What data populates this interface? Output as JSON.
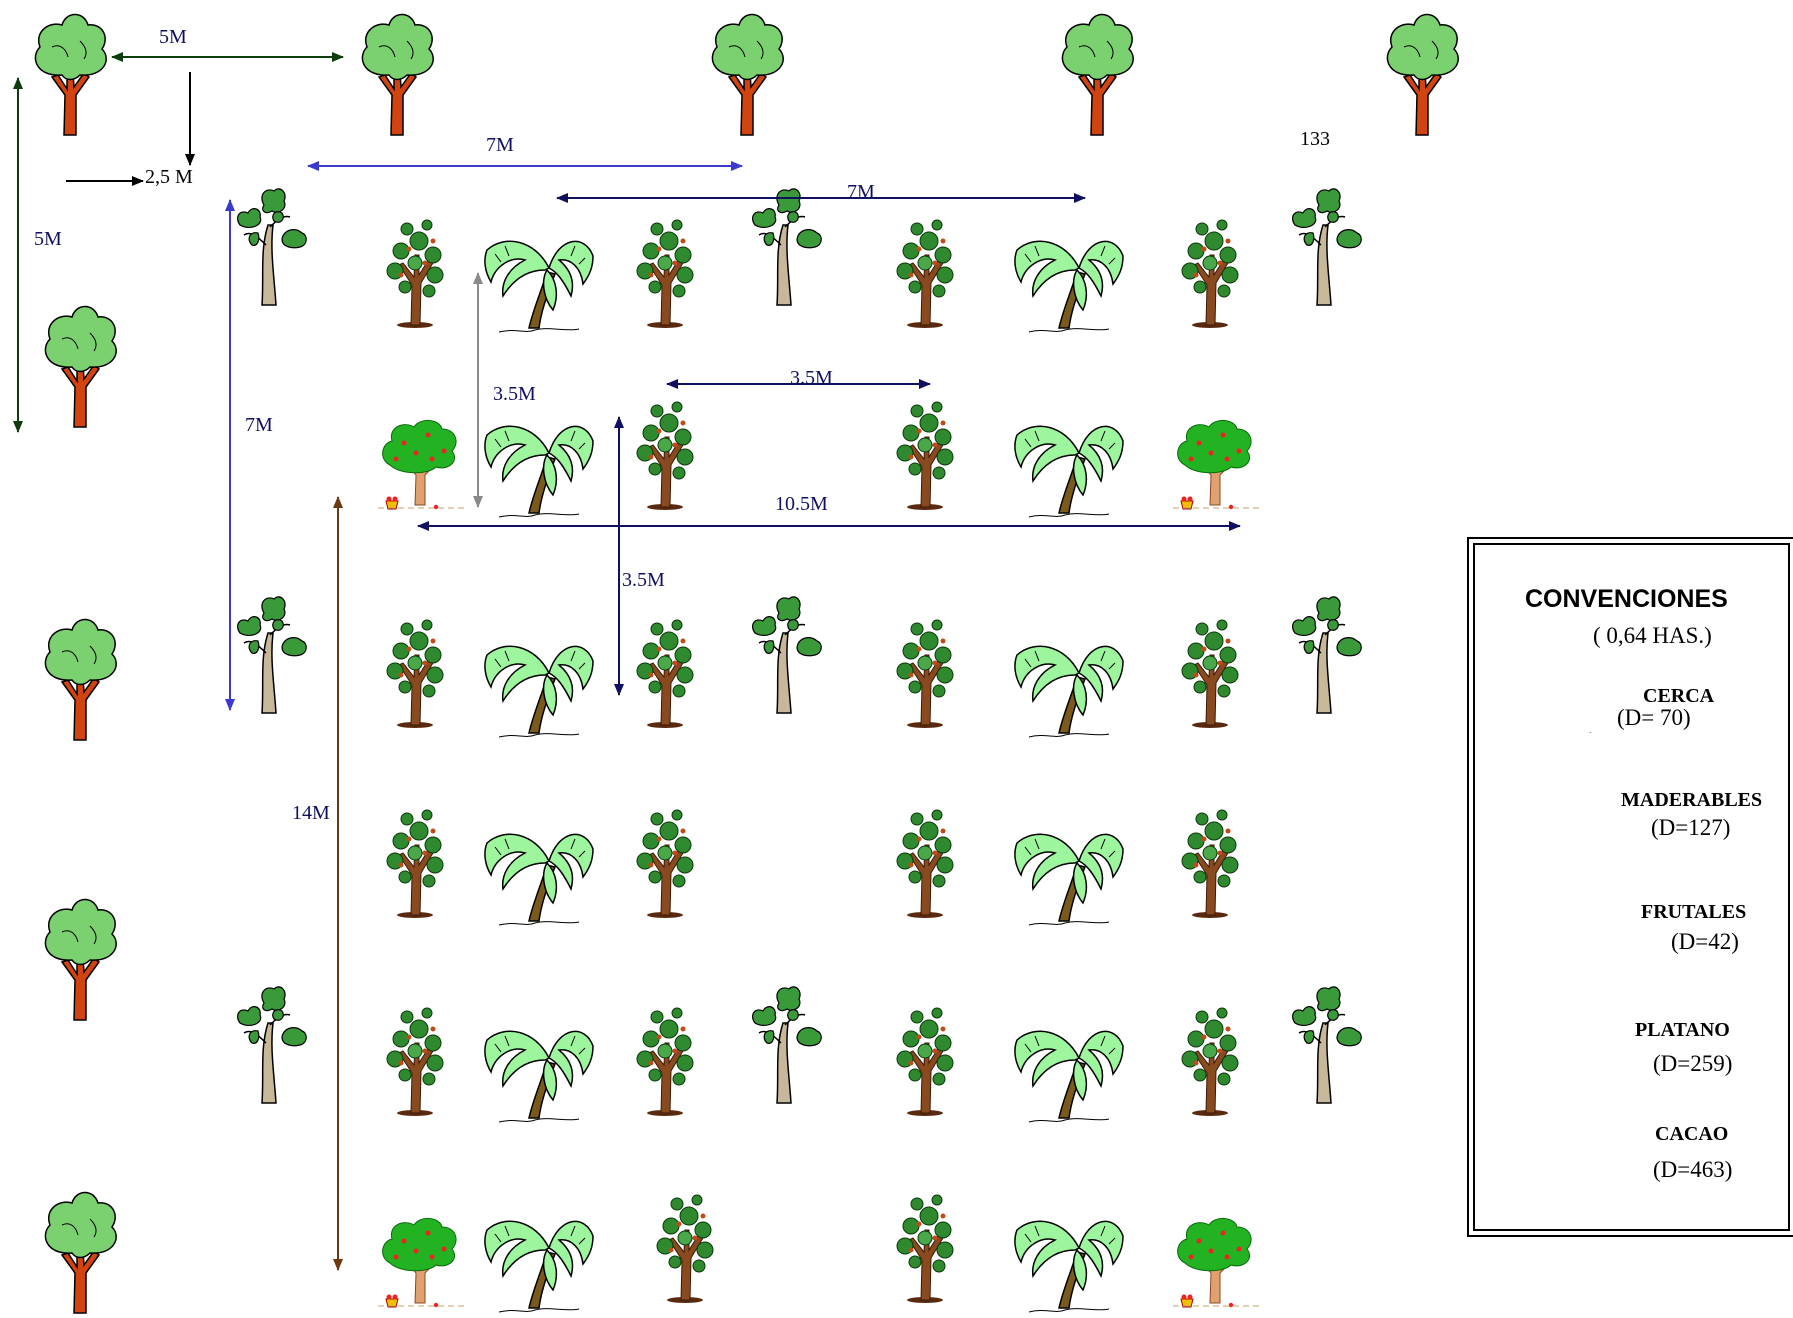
{
  "diagram": {
    "label_133": "133",
    "dimensions": {
      "d_5m_top": "5M",
      "d_25m": "2,5 M",
      "d_5m_left": "5M",
      "d_7m_blue": "7M",
      "d_7m_navy": "7M",
      "d_7m_vertical": "7M",
      "d_35m_gray": "3.5M",
      "d_35m_horizontal": "3.5M",
      "d_105m": "10.5M",
      "d_35m_vertical": "3.5M",
      "d_14m": "14M"
    },
    "colors": {
      "dark_green": "#0d3d0d",
      "blue": "#3a3ad0",
      "navy": "#101060",
      "gray": "#8a8a8a",
      "brown": "#6b3a10",
      "black": "#000000"
    },
    "icons": [
      "cerca-tree-icon",
      "maderable-tree-icon",
      "frutal-tree-icon",
      "platano-palm-icon",
      "cacao-tree-icon"
    ]
  },
  "legend": {
    "title": "CONVENCIONES",
    "area": "( 0,64 HAS.)",
    "items": [
      {
        "name": "CERCA",
        "density": "(D= 70)"
      },
      {
        "name": "MADERABLES",
        "density": "(D=127)"
      },
      {
        "name": "FRUTALES",
        "density": "(D=42)"
      },
      {
        "name": "PLATANO",
        "density": "(D=259)"
      },
      {
        "name": "CACAO",
        "density": "(D=463)"
      }
    ]
  }
}
